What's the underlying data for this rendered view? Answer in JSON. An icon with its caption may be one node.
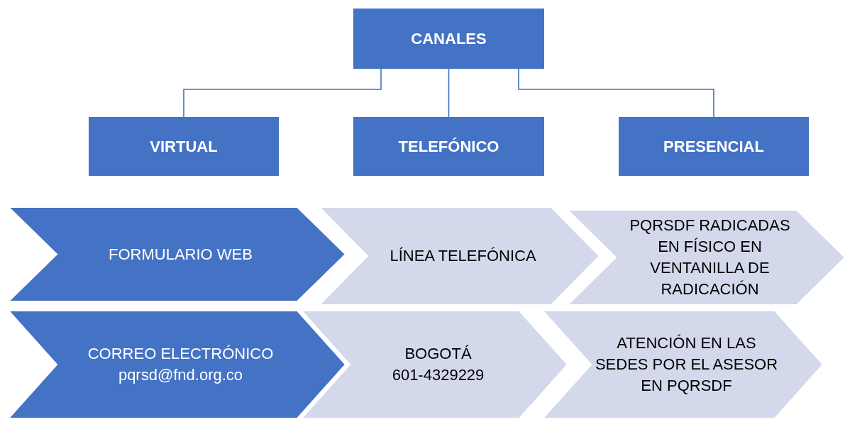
{
  "diagram": {
    "nodes": [
      {
        "text": [
          "CANALES"
        ]
      },
      {
        "text": [
          "VIRTUAL"
        ]
      },
      {
        "text": [
          "TELEFÓNICO"
        ]
      },
      {
        "text": [
          "PRESENCIAL"
        ]
      },
      {
        "text": [
          "FORMULARIO WEB"
        ]
      },
      {
        "text": [
          "LÍNEA TELEFÓNICA"
        ]
      },
      {
        "text": [
          "PQRSDF RADICADAS EN FÍSICO EN VENTANILLA DE RADICACIÓN"
        ]
      },
      {
        "text": [
          "CORREO ELECTRÓNICO",
          "pqrsd@fnd.org.co"
        ]
      },
      {
        "text": [
          "BOGOTÁ",
          "601-4329229"
        ]
      },
      {
        "text": [
          "ATENCIÓN EN LAS SEDES POR EL ASESOR EN PQRSDF"
        ]
      }
    ],
    "edges": [
      {
        "from": 0,
        "to": 1,
        "arrow": "none"
      },
      {
        "from": 0,
        "to": 2,
        "arrow": "none"
      },
      {
        "from": 0,
        "to": 3,
        "arrow": "none"
      }
    ]
  }
}
